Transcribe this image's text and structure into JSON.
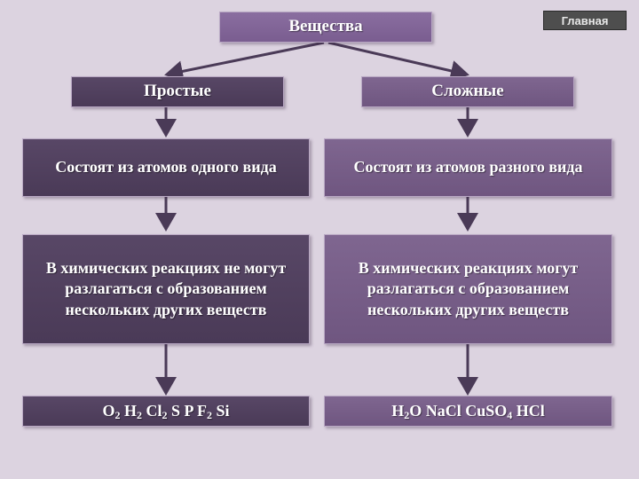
{
  "nav": {
    "home_label": "Главная"
  },
  "root": {
    "label": "Вещества"
  },
  "left": {
    "title": "Простые",
    "composition": "Состоят из атомов одного вида",
    "reactions": "В химических реакциях не могут разлагаться с образованием нескольких других веществ",
    "examples": [
      {
        "t": "O",
        "s": "2"
      },
      {
        "t": " H",
        "s": "2"
      },
      {
        "t": " Cl",
        "s": "2"
      },
      {
        "t": " S P F",
        "s": "2"
      },
      {
        "t": " Si",
        "s": ""
      }
    ]
  },
  "right": {
    "title": "Сложные",
    "composition": "Состоят из атомов разного вида",
    "reactions": "В химических реакциях могут разлагаться с образованием нескольких других веществ",
    "examples": [
      {
        "t": "H",
        "s": "2"
      },
      {
        "t": "O NaCl CuSO",
        "s": "4"
      },
      {
        "t": " HCl",
        "s": ""
      }
    ]
  },
  "colors": {
    "background": "#dcd3e0",
    "dark_box": "#4a3a57",
    "light_box": "#6f5680",
    "arrow": "#4a3a57"
  }
}
